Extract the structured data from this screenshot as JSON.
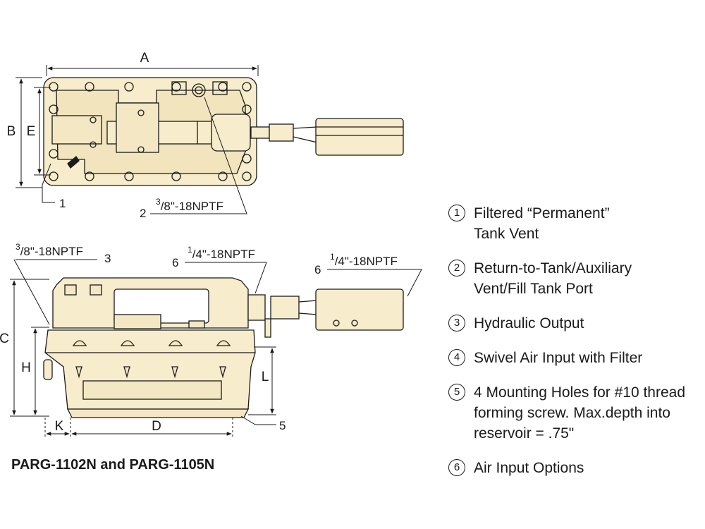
{
  "dimensions": {
    "A": "A",
    "B": "B",
    "E": "E",
    "C": "C",
    "H": "H",
    "L": "L",
    "K": "K",
    "D": "D"
  },
  "callouts": {
    "top_1": "1",
    "top_2": "2",
    "top_port": {
      "num": "3",
      "den": "8",
      "rest": "\"-18NPTF"
    },
    "side_3_num": "3",
    "side_3_port": {
      "num": "3",
      "den": "8",
      "rest": "\"-18NPTF"
    },
    "side_6a_num": "6",
    "side_6a_port": {
      "num": "1",
      "den": "4",
      "rest": "\"-18NPTF"
    },
    "side_6b_num": "6",
    "side_6b_port": {
      "num": "1",
      "den": "4",
      "rest": "\"-18NPTF"
    },
    "side_5": "5"
  },
  "legend": [
    {
      "num": "1",
      "text": "Filtered “Permanent”\nTank Vent"
    },
    {
      "num": "2",
      "text": "Return-to-Tank/Auxiliary\nVent/Fill Tank Port"
    },
    {
      "num": "3",
      "text": "Hydraulic Output"
    },
    {
      "num": "4",
      "text": "Swivel Air Input with Filter"
    },
    {
      "num": "5",
      "text": "4 Mounting Holes for #10 thread\nforming screw. Max.depth into\nreservoir = .75\""
    },
    {
      "num": "6",
      "text": "Air Input Options"
    }
  ],
  "caption": "PARG-1102N and PARG-1105N",
  "colors": {
    "body": "#f7eccb",
    "outline": "#1a1a1a"
  }
}
